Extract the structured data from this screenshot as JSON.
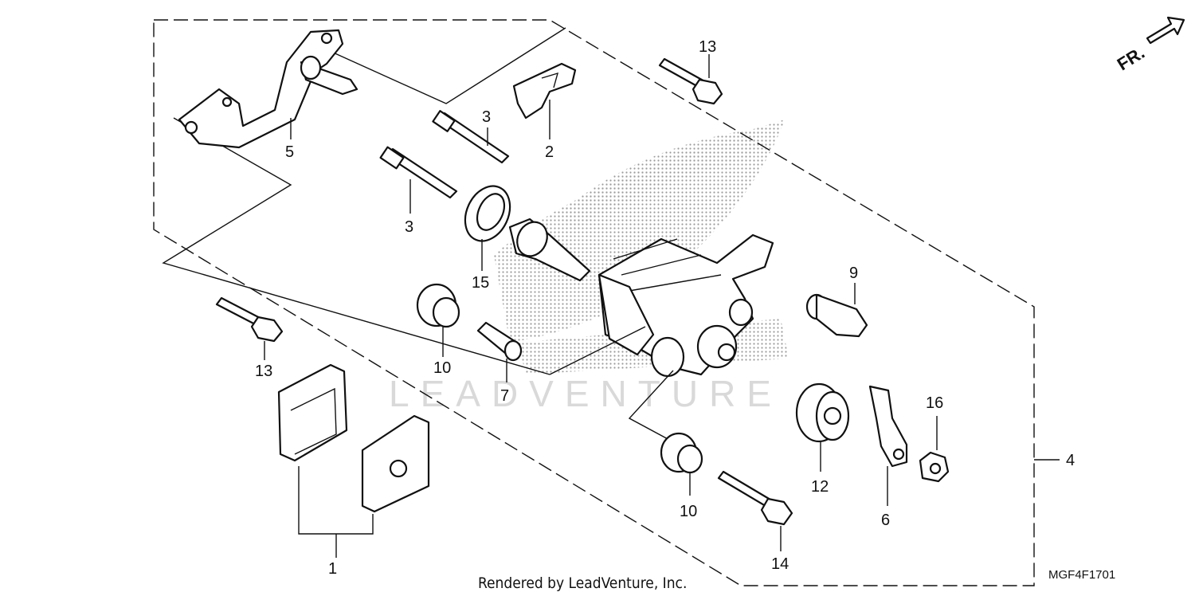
{
  "direction_label": "FR.",
  "watermark": "LEADVENTURE",
  "footer": "Rendered by LeadVenture, Inc.",
  "diagram_code": "MGF4F1701",
  "callouts": {
    "c1": "1",
    "c2": "2",
    "c3a": "3",
    "c3b": "3",
    "c4": "4",
    "c5": "5",
    "c6": "6",
    "c7": "7",
    "c9": "9",
    "c10a": "10",
    "c10b": "10",
    "c12": "12",
    "c13a": "13",
    "c13b": "13",
    "c14": "14",
    "c15": "15",
    "c16": "16"
  }
}
